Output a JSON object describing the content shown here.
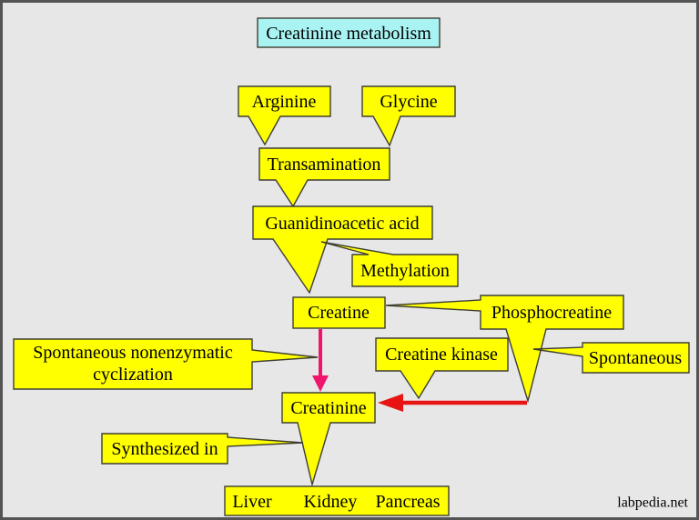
{
  "title": "Creatinine metabolism",
  "watermark": "labpedia.net",
  "colors": {
    "background": "#e7e7e7",
    "frame": "#545454",
    "box-fill": "#ffff00",
    "title-fill": "#a9f3f3",
    "box-border": "#3e3e32",
    "text": "#000000",
    "pink-arrow": "#f0156c",
    "red-arrow": "#e81414"
  },
  "nodes": {
    "arginine": "Arginine",
    "glycine": "Glycine",
    "transamination": "Transamination",
    "guanidinoacetic_acid": "Guanidinoacetic acid",
    "methylation": "Methylation",
    "creatine": "Creatine",
    "phosphocreatine": "Phosphocreatine",
    "creatine_kinase": "Creatine kinase",
    "spontaneous": "Spontaneous",
    "cyclization_line1": "Spontaneous nonenzymatic",
    "cyclization_line2": "cyclization",
    "creatinine": "Creatinine",
    "synthesized_in": "Synthesized in",
    "liver": "Liver",
    "kidney": "Kidney",
    "pancreas": "Pancreas"
  }
}
